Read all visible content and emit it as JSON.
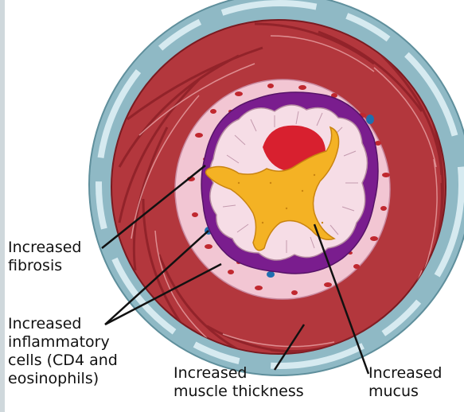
{
  "labels": {
    "fibrosis": "Increased\nfibrosis",
    "inflammatory": "Increased\ninflammatory\ncells (CD4 and\neosinophils)",
    "muscle": "Increased\nmuscle thickness",
    "mucus": "Increased\nmucus"
  },
  "colors": {
    "outer_ring": "#8fb9c5",
    "muscle": "#b3373d",
    "muscle_dark": "#8e2228",
    "submucosa": "#f2c6d3",
    "basement": "#7a1d8e",
    "epithelium": "#f6dde6",
    "mucus": "#f4b224",
    "lumen": "#d8202f",
    "leader_line": "#111111"
  }
}
